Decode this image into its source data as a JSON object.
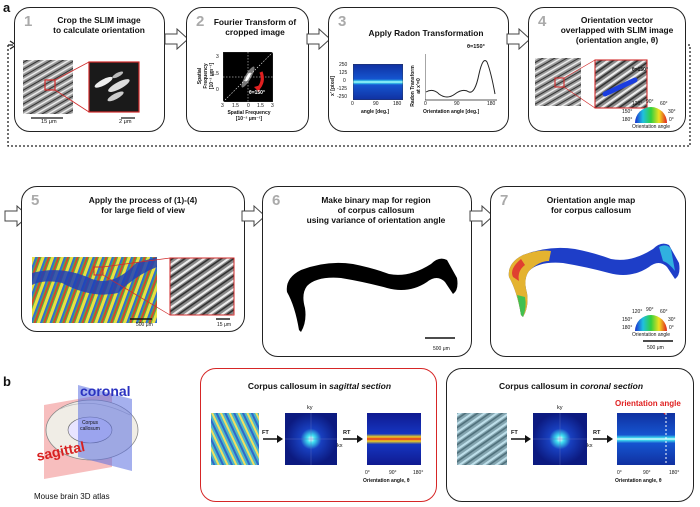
{
  "panel_a_label": "a",
  "panel_b_label": "b",
  "steps": [
    {
      "number": "1",
      "title": "Crop the SLIM image\nto calculate orientation",
      "scale_left": "15 μm",
      "scale_right": "2 μm"
    },
    {
      "number": "2",
      "title": "Fourier Transform of\ncropped image",
      "ylabel": "Spatial Frequency\n[10⁻² μm⁻¹]",
      "xlabel": "Spatial Frequency\n[10⁻² μm⁻¹]",
      "yticks": [
        "3",
        "1.5",
        "0"
      ],
      "xticks": [
        "3",
        "1.5",
        "0",
        "1.5",
        "3"
      ],
      "angle_label": "θ=150°"
    },
    {
      "number": "3",
      "title": "Apply Radon Transformation",
      "ylabel_left": "x' [pixel]",
      "yticks_left": [
        "250",
        "125",
        "0",
        "-125",
        "-250"
      ],
      "xticks_left": [
        "0",
        "90",
        "180"
      ],
      "xlabel_left": "angle [deg.]",
      "ylabel_right": "Radon Transform\nat x'=0",
      "xticks_right": [
        "0",
        "90",
        "180"
      ],
      "xlabel_right": "Orientation angle [deg.]",
      "peak_label": "θ=150°"
    },
    {
      "number": "4",
      "title": "Orientation vector\noverlapped with SLIM image\n(orientation angle, θ)",
      "angle_label": "θ=150°",
      "wheel_labels": [
        "120°",
        "90°",
        "60°",
        "150°",
        "30°",
        "180°",
        "0°"
      ],
      "wheel_caption": "Orientation angle"
    },
    {
      "number": "5",
      "title": "Apply the process of (1)-(4)\nfor large field of view",
      "scale_left": "500 μm",
      "scale_right": "15 μm"
    },
    {
      "number": "6",
      "title": "Make binary map for region\nof corpus callosum\nusing variance of orientation angle",
      "scale": "500 μm"
    },
    {
      "number": "7",
      "title": "Orientation angle map\nfor corpus callosum",
      "wheel_labels": [
        "120°",
        "90°",
        "60°",
        "150°",
        "30°",
        "180°",
        "0°"
      ],
      "wheel_caption": "Orientation angle",
      "scale": "500 μm"
    }
  ],
  "atlas": {
    "coronal": "coronal",
    "sagittal": "sagittal",
    "corpus": "Corpus\ncallosum",
    "caption": "Mouse brain 3D atlas"
  },
  "sagittal_box": {
    "title_prefix": "Corpus callosum in ",
    "title_em": "sagittal section",
    "ft": "FT",
    "rt": "RT",
    "ky": "ky",
    "kx": "kx",
    "xticks": [
      "0°",
      "90°",
      "180°"
    ],
    "xlabel": "Orientation angle, θ"
  },
  "coronal_box": {
    "title_prefix": "Corpus callosum in ",
    "title_em": "coronal section",
    "ft": "FT",
    "rt": "RT",
    "ky": "ky",
    "kx": "kx",
    "xticks": [
      "0°",
      "90°",
      "180°"
    ],
    "xlabel": "Orientation angle, θ",
    "annotation": "Orientation angle"
  }
}
